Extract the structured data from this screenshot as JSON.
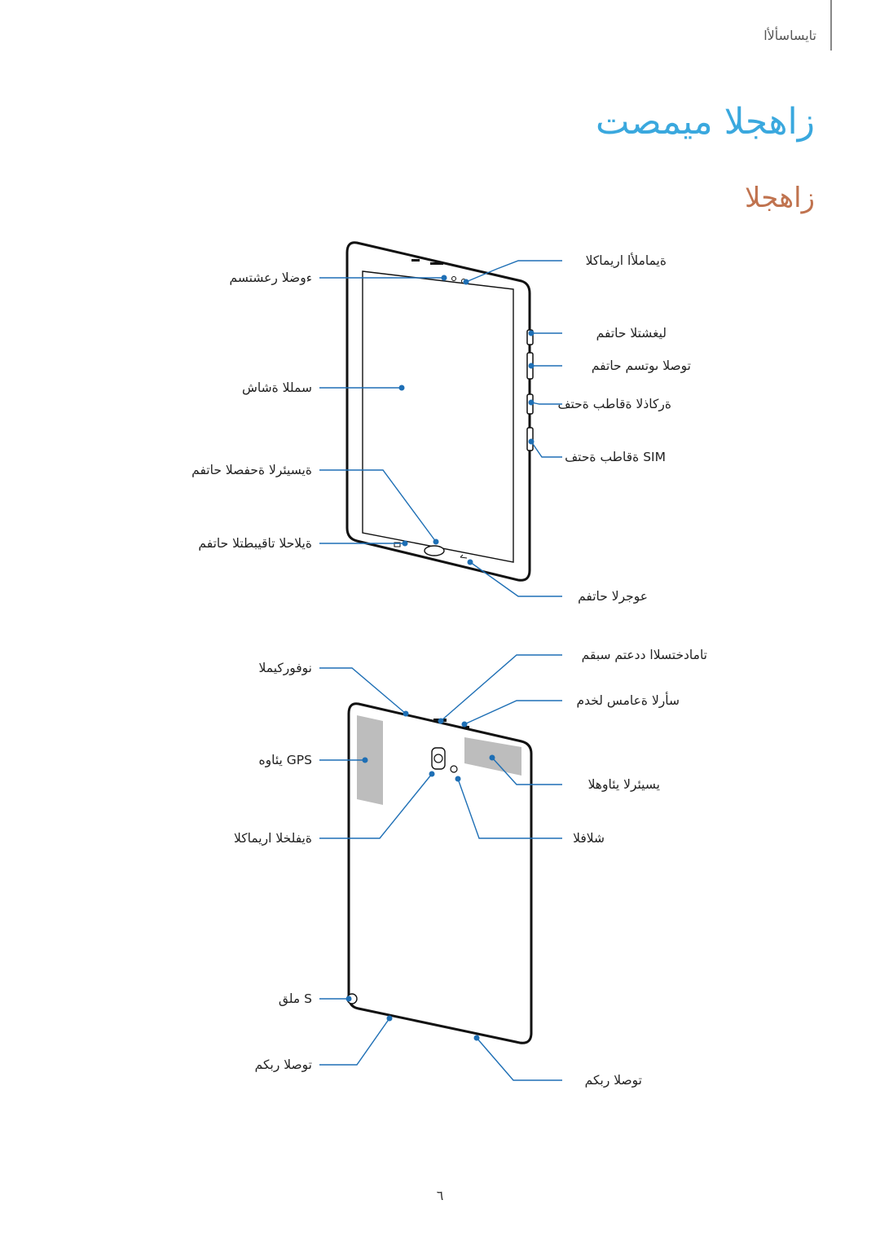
{
  "header": {
    "section": "تايساسألأا",
    "title": "زاهجلا ميمصت",
    "subtitle": "زاهجلا"
  },
  "front_labels": {
    "light_sensor": "ءوضلا رعشتسم",
    "touchscreen": "سمللا ةشاش",
    "home_key": "ةيسيئرلا ةحفصلا حاتفم",
    "recent_apps_key": "ةيلاحلا تاقيبطتلا حاتفم",
    "front_camera": "ةيماملأا اريماكلا",
    "power_key": "ليغشتلا حاتفم",
    "volume_key": "توصلا ىوتسم حاتفم",
    "memory_card_slot": "ةركاذلا ةقاطب ةحتف",
    "sim_card_slot": "SIM ةقاطب ةحتف",
    "back_key": "عوجرلا حاتفم"
  },
  "back_labels": {
    "microphone": "نوفوركيملا",
    "gps_antenna": "GPS يئاوه",
    "rear_camera": "ةيفلخلا اريماكلا",
    "s_pen": "S ملق",
    "speaker_left": "توصلا ربكم",
    "multipurpose_jack": "تامادختسلاا ددعتم سبقم",
    "headset_jack": "سأرلا ةعامس لخدم",
    "main_antenna": "يسيئرلا يئاوهلا",
    "flash": "شلافلا",
    "speaker_right": "توصلا ربكم"
  },
  "footer": {
    "page_number": "٦"
  },
  "colors": {
    "accent_title": "#3aa8de",
    "accent_subtitle": "#c0734f",
    "callout": "#1e6fb5",
    "antenna": "#bdbdbd"
  }
}
